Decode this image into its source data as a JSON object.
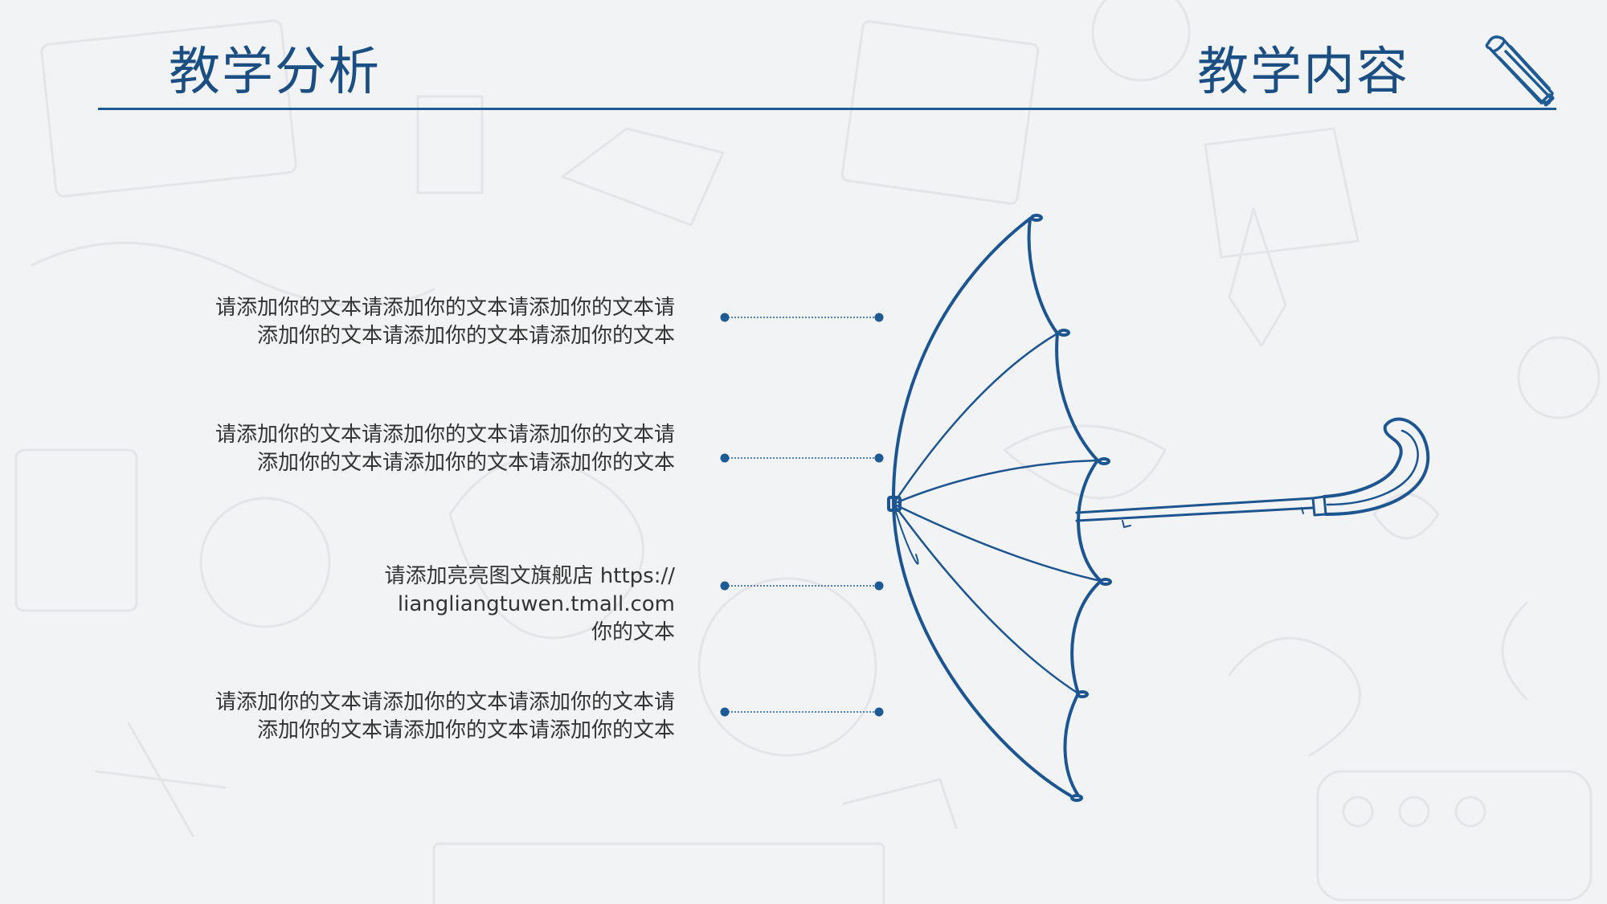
{
  "header": {
    "title_left": "教学分析",
    "title_right": "教学内容",
    "pencil_icon": "pencil-icon"
  },
  "colors": {
    "accent": "#1e5a93",
    "title": "#1b4f83",
    "text": "#333333",
    "background": "#f2f3f4"
  },
  "items": [
    {
      "line1": "请添加你的文本请添加你的文本请添加你的文本请",
      "line2": "添加你的文本请添加你的文本请添加你的文本"
    },
    {
      "line1": "请添加你的文本请添加你的文本请添加你的文本请",
      "line2": "添加你的文本请添加你的文本请添加你的文本"
    },
    {
      "line1": "请添加亮亮图文旗舰店 https://",
      "line2": "liangliangtuwen.tmall.com",
      "line3": "你的文本"
    },
    {
      "line1": "请添加你的文本请添加你的文本请添加你的文本请",
      "line2": "添加你的文本请添加你的文本请添加你的文本"
    }
  ],
  "illustration": {
    "icon": "umbrella-icon"
  }
}
